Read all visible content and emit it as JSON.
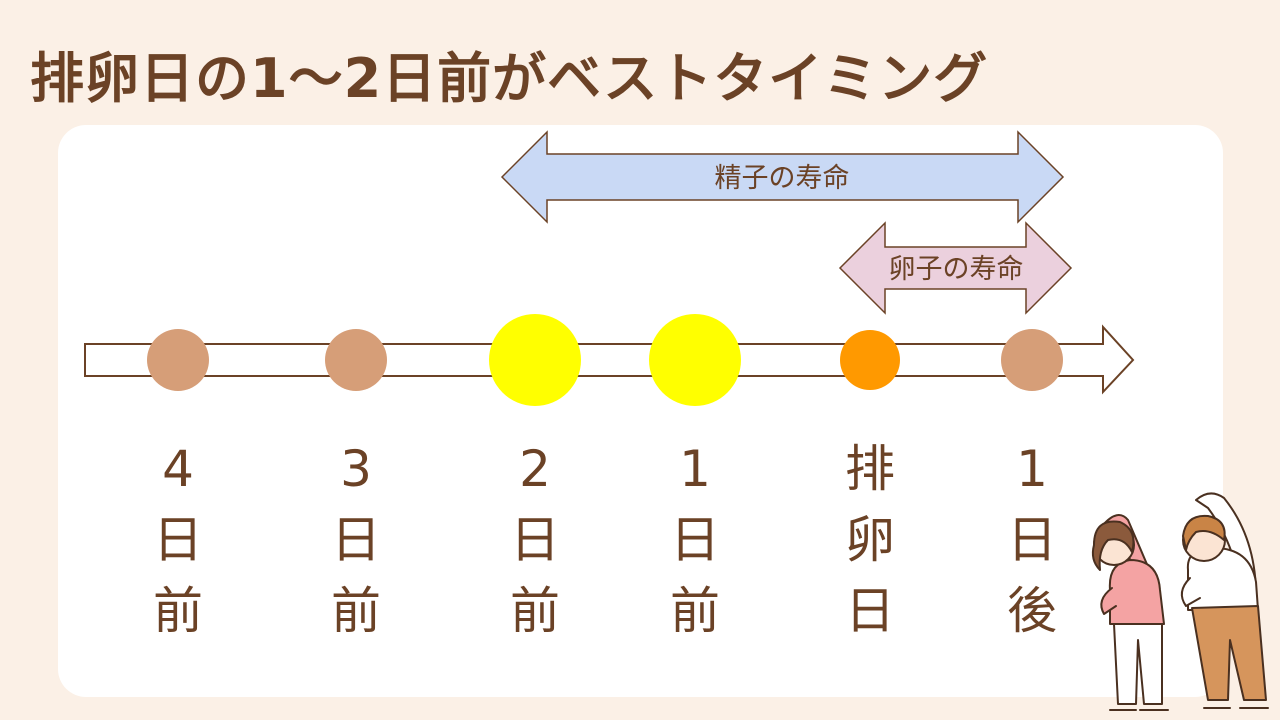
{
  "title": "排卵日の1〜2日前がベストタイミング",
  "spans": {
    "sperm_label": "精子の寿命",
    "egg_label": "卵子の寿命"
  },
  "days": [
    {
      "id": "day-4-before",
      "lines": [
        "4",
        "日",
        "前"
      ],
      "color": "#d69e78"
    },
    {
      "id": "day-3-before",
      "lines": [
        "3",
        "日",
        "前"
      ],
      "color": "#d69e78"
    },
    {
      "id": "day-2-before",
      "lines": [
        "2",
        "日",
        "前"
      ],
      "color": "#ffff00"
    },
    {
      "id": "day-1-before",
      "lines": [
        "1",
        "日",
        "前"
      ],
      "color": "#ffff00"
    },
    {
      "id": "ovulation-day",
      "lines": [
        "排",
        "卵",
        "日"
      ],
      "color": "#ff9900"
    },
    {
      "id": "day-1-after",
      "lines": [
        "1",
        "日",
        "後"
      ],
      "color": "#d69e78"
    }
  ],
  "colors": {
    "sperm_arrow": "#c9d9f5",
    "egg_arrow": "#ebd0dd",
    "text_brown": "#6b4226"
  }
}
